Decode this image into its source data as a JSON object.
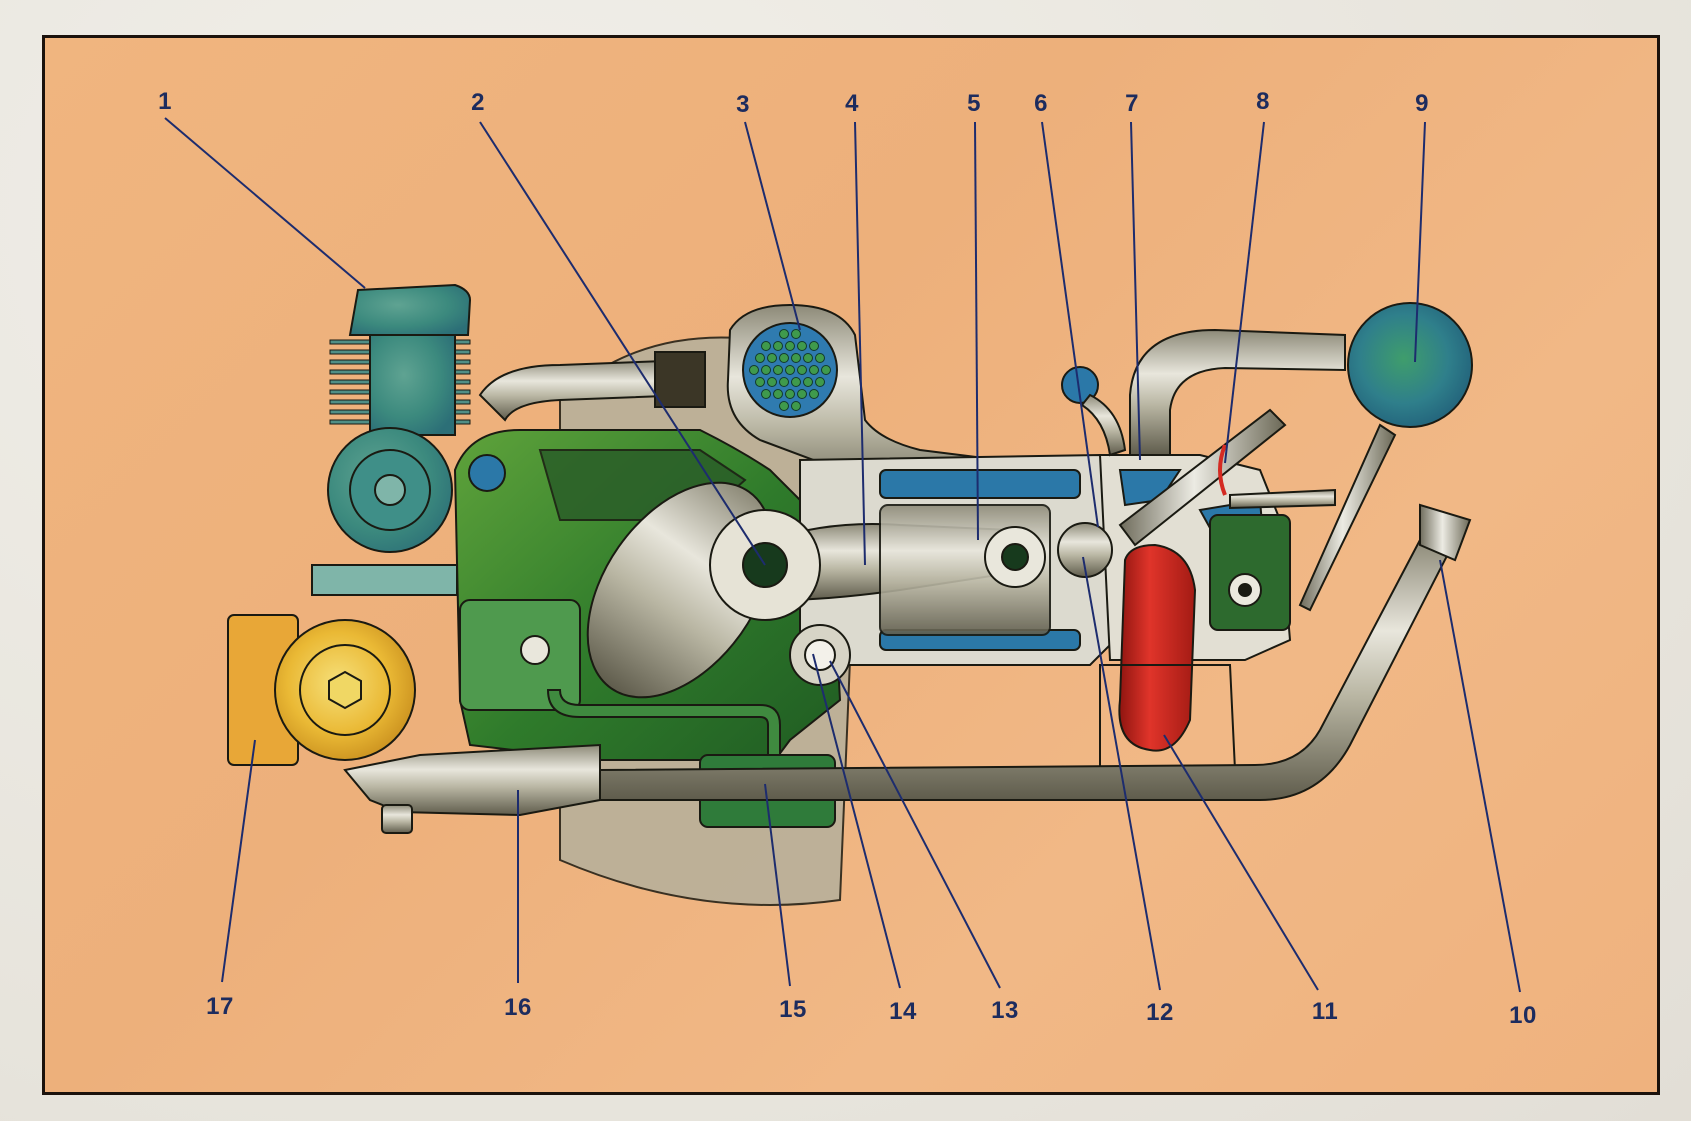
{
  "diagram": {
    "subject": "Cutaway illustration of an engine",
    "colors": {
      "background": "#efb27e",
      "frame_border": "#1b120c",
      "label_text": "#1d2c5e",
      "leader_line": "#1d2c6e",
      "crankcase_green": "#3f8a2e",
      "coolant_blue": "#2b78a8",
      "intake_red": "#d42a22",
      "pulley_yellow": "#e9b32a",
      "metal_grey": "#c9c7bd"
    },
    "callouts": [
      {
        "id": "callout-1",
        "label": "1"
      },
      {
        "id": "callout-2",
        "label": "2"
      },
      {
        "id": "callout-3",
        "label": "3"
      },
      {
        "id": "callout-4",
        "label": "4"
      },
      {
        "id": "callout-5",
        "label": "5"
      },
      {
        "id": "callout-6",
        "label": "6"
      },
      {
        "id": "callout-7",
        "label": "7"
      },
      {
        "id": "callout-8",
        "label": "8"
      },
      {
        "id": "callout-9",
        "label": "9"
      },
      {
        "id": "callout-10",
        "label": "10"
      },
      {
        "id": "callout-11",
        "label": "11"
      },
      {
        "id": "callout-12",
        "label": "12"
      },
      {
        "id": "callout-13",
        "label": "13"
      },
      {
        "id": "callout-14",
        "label": "14"
      },
      {
        "id": "callout-15",
        "label": "15"
      },
      {
        "id": "callout-16",
        "label": "16"
      },
      {
        "id": "callout-17",
        "label": "17"
      }
    ]
  }
}
